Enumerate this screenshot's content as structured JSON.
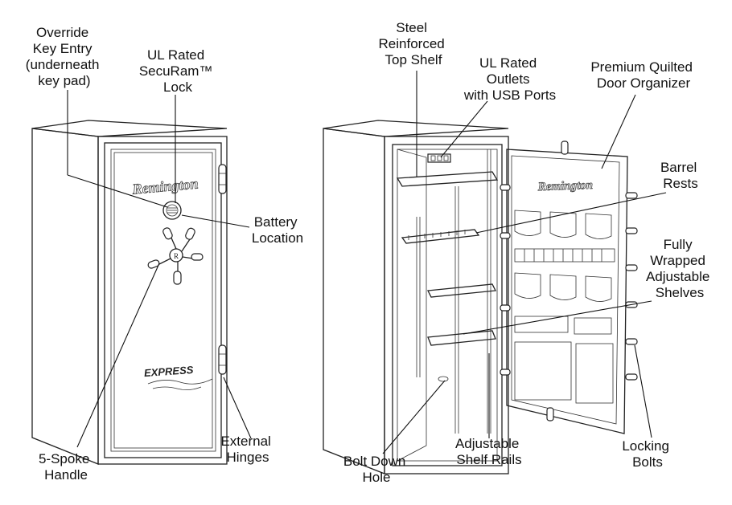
{
  "brand": "Remington",
  "model": "EXPRESS",
  "callouts": {
    "override_key_entry": [
      "Override",
      "Key Entry",
      "(underneath",
      "key pad)"
    ],
    "ul_rated_lock": [
      "UL Rated",
      "SecuRam™",
      "Lock"
    ],
    "battery_location": [
      "Battery",
      "Location"
    ],
    "five_spoke_handle": [
      "5-Spoke",
      "Handle"
    ],
    "external_hinges": [
      "External",
      "Hinges"
    ],
    "steel_top_shelf": [
      "Steel",
      "Reinforced",
      "Top Shelf"
    ],
    "ul_outlets": [
      "UL Rated",
      "Outlets",
      "with USB Ports"
    ],
    "door_organizer": [
      "Premium Quilted",
      "Door Organizer"
    ],
    "barrel_rests": [
      "Barrel",
      "Rests"
    ],
    "wrapped_shelves": [
      "Fully",
      "Wrapped",
      "Adjustable",
      "Shelves"
    ],
    "bolt_down_hole": [
      "Bolt Down",
      "Hole"
    ],
    "shelf_rails": [
      "Adjustable",
      "Shelf Rails"
    ],
    "locking_bolts": [
      "Locking",
      "Bolts"
    ]
  }
}
